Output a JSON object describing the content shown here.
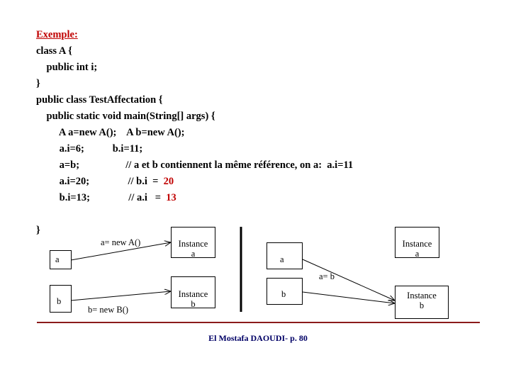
{
  "code": {
    "title": "Exemple:",
    "l1": "class A {",
    "l2": "    public int i;",
    "l3": "}",
    "l4": "public class TestAffectation {",
    "l5": "    public static void main(String[] args) {",
    "l6": "         A a=new A();    A b=new A();",
    "l7a": "         a.i=6;           b.i=11;",
    "l8": "         a=b;                  // a et b contiennent la même référence, on a:  a.i=11",
    "l9a": "         a.i=20;               // b.i  =  ",
    "l9b": "20",
    "l10a": "         b.i=13;               // a.i   =  ",
    "l10b": "13",
    "l11": "}"
  },
  "left_diagram": {
    "var_a": "a",
    "var_b": "b",
    "instance_a": "Instance\na",
    "instance_b": "Instance\nb",
    "arrow_a_label": "a= new A()",
    "arrow_b_label": "b= new B()"
  },
  "right_diagram": {
    "var_a": "a",
    "var_b": "b",
    "instance_a": "Instance\na",
    "instance_b": "Instance\nb",
    "arrow_label": "a= b"
  },
  "footer": "El Mostafa DAOUDI- p. 80"
}
